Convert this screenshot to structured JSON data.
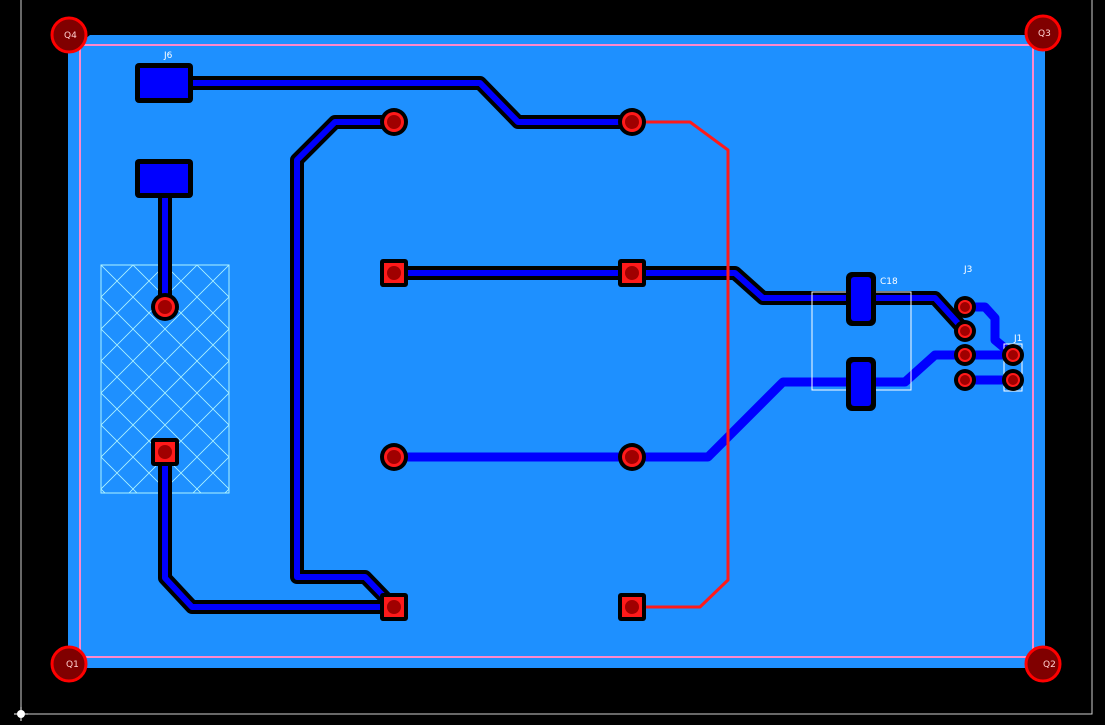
{
  "colors": {
    "background": "#000000",
    "pour": "#1e90ff",
    "trace_bottom": "#0000ff",
    "trace_top": "#ff1a1a",
    "pad": "#cc0000",
    "outline": "#ff88cc",
    "silk": "#ffffff"
  },
  "components": {
    "j6": "J6",
    "c18": "C18",
    "j3": "J3",
    "j1": "J1"
  },
  "mounting_holes": {
    "q1": "Q1",
    "q2": "Q2",
    "q3": "Q3",
    "q4": "Q4"
  }
}
